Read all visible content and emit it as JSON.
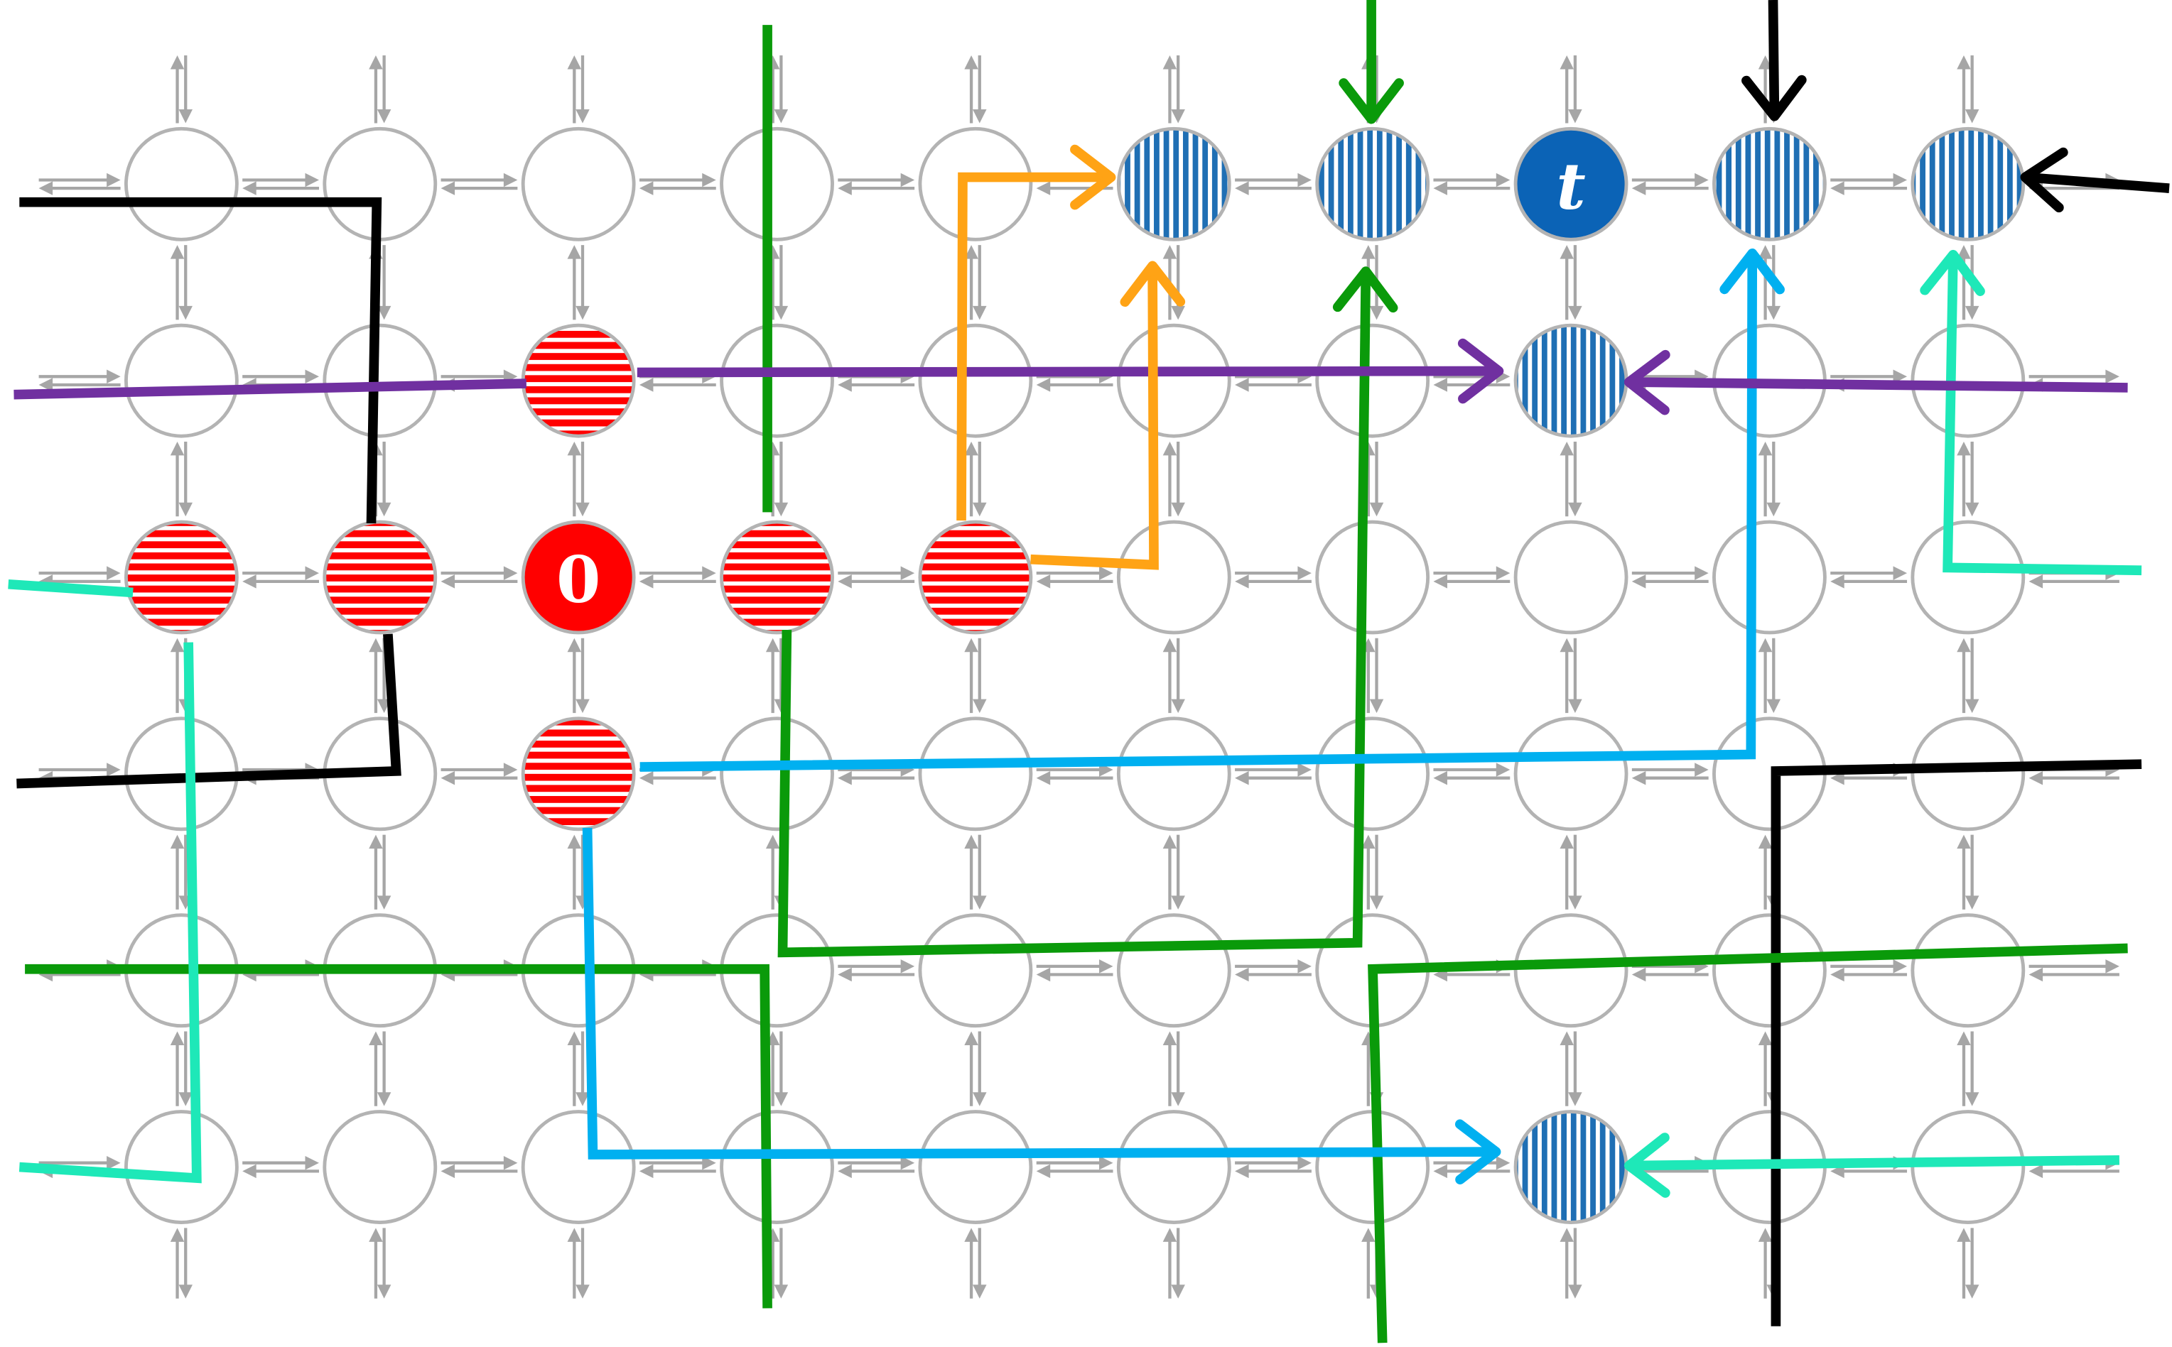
{
  "grid": {
    "rows": 6,
    "cols": 10
  },
  "colors": {
    "node_stroke": "#b3b3b3",
    "grid_arrow": "#a6a6a6",
    "red_fill": "#ff0000",
    "red_stripe": "#ffffff",
    "blue_fill": "#1f6fb4",
    "blue_stripe": "#ffffff",
    "t_fill": "#0b63b6",
    "o_fill": "#ff0000",
    "black": "#000000",
    "green": "#0a9a0a",
    "purple": "#7030a0",
    "orange": "#ffa315",
    "sky": "#00b0f0",
    "teal": "#1ee8b8"
  },
  "nodes": [
    {
      "row": 0,
      "col": 5,
      "style": "blue-striped"
    },
    {
      "row": 0,
      "col": 6,
      "style": "blue-striped"
    },
    {
      "row": 0,
      "col": 7,
      "style": "blue-solid",
      "label_key": "t"
    },
    {
      "row": 0,
      "col": 8,
      "style": "blue-striped"
    },
    {
      "row": 0,
      "col": 9,
      "style": "blue-striped"
    },
    {
      "row": 1,
      "col": 2,
      "style": "red-striped"
    },
    {
      "row": 1,
      "col": 7,
      "style": "blue-striped"
    },
    {
      "row": 2,
      "col": 0,
      "style": "red-striped"
    },
    {
      "row": 2,
      "col": 1,
      "style": "red-striped"
    },
    {
      "row": 2,
      "col": 2,
      "style": "red-solid",
      "label_key": "zero"
    },
    {
      "row": 2,
      "col": 3,
      "style": "red-striped"
    },
    {
      "row": 2,
      "col": 4,
      "style": "red-striped"
    },
    {
      "row": 3,
      "col": 2,
      "style": "red-striped"
    },
    {
      "row": 5,
      "col": 7,
      "style": "blue-striped"
    }
  ],
  "labels": {
    "zero": "0",
    "t": "t"
  },
  "paths": [
    {
      "name": "black-path-top-left",
      "color": "black"
    },
    {
      "name": "black-path-left-lower",
      "color": "black"
    },
    {
      "name": "black-arrow-top",
      "color": "black"
    },
    {
      "name": "black-arrow-right",
      "color": "black"
    },
    {
      "name": "black-path-bottom-right",
      "color": "black"
    },
    {
      "name": "green-line-vertical-upper",
      "color": "green"
    },
    {
      "name": "green-line-bottom-left",
      "color": "green"
    },
    {
      "name": "green-path-middle",
      "color": "green"
    },
    {
      "name": "green-arrow-top",
      "color": "green"
    },
    {
      "name": "green-path-bottom-right",
      "color": "green"
    },
    {
      "name": "purple-arrow-left",
      "color": "purple"
    },
    {
      "name": "purple-arrow-right",
      "color": "purple"
    },
    {
      "name": "orange-arrow-upper",
      "color": "orange"
    },
    {
      "name": "orange-arrow-lower",
      "color": "orange"
    },
    {
      "name": "sky-arrow-upper",
      "color": "sky"
    },
    {
      "name": "sky-arrow-lower",
      "color": "sky"
    },
    {
      "name": "teal-line-left",
      "color": "teal"
    },
    {
      "name": "teal-path-left",
      "color": "teal"
    },
    {
      "name": "teal-arrow-right",
      "color": "teal"
    },
    {
      "name": "teal-arrow-bottom",
      "color": "teal"
    }
  ]
}
